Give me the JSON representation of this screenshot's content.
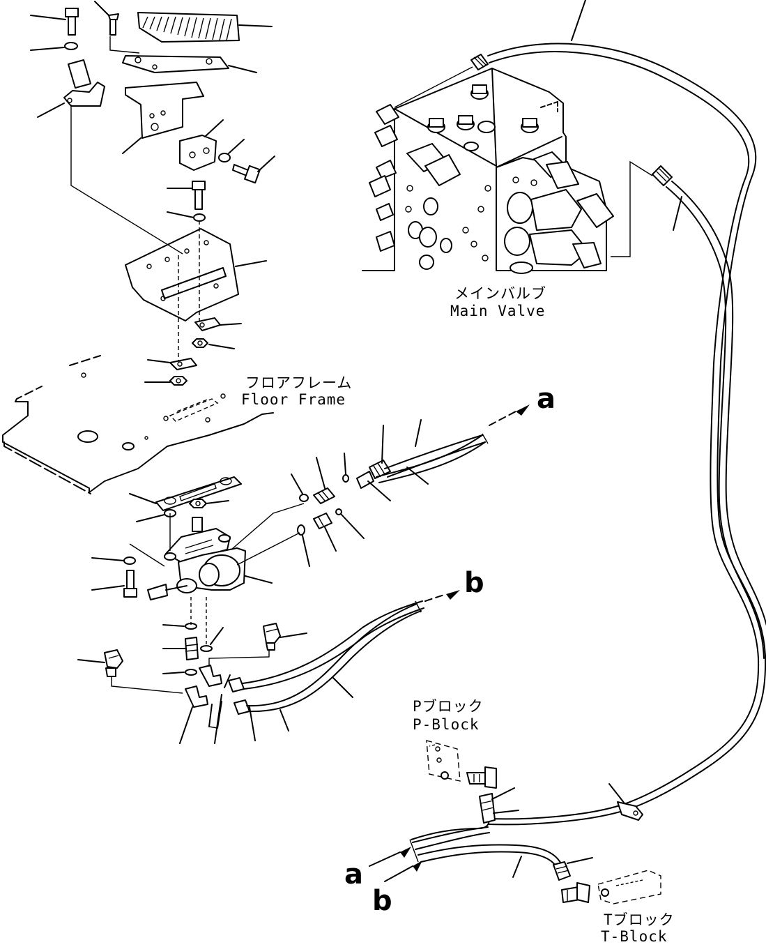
{
  "labels": {
    "main_valve_jp": "メインバルブ",
    "main_valve_en": "Main Valve",
    "floor_frame_jp": "フロアフレーム",
    "floor_frame_en": "Floor Frame",
    "p_block_jp": "Pブロック",
    "p_block_en": "P-Block",
    "t_block_jp": "Tブロック",
    "t_block_en": "T-Block"
  },
  "connectors": {
    "a_top": "a",
    "b_top": "b",
    "a_bottom": "a",
    "b_bottom": "b"
  }
}
